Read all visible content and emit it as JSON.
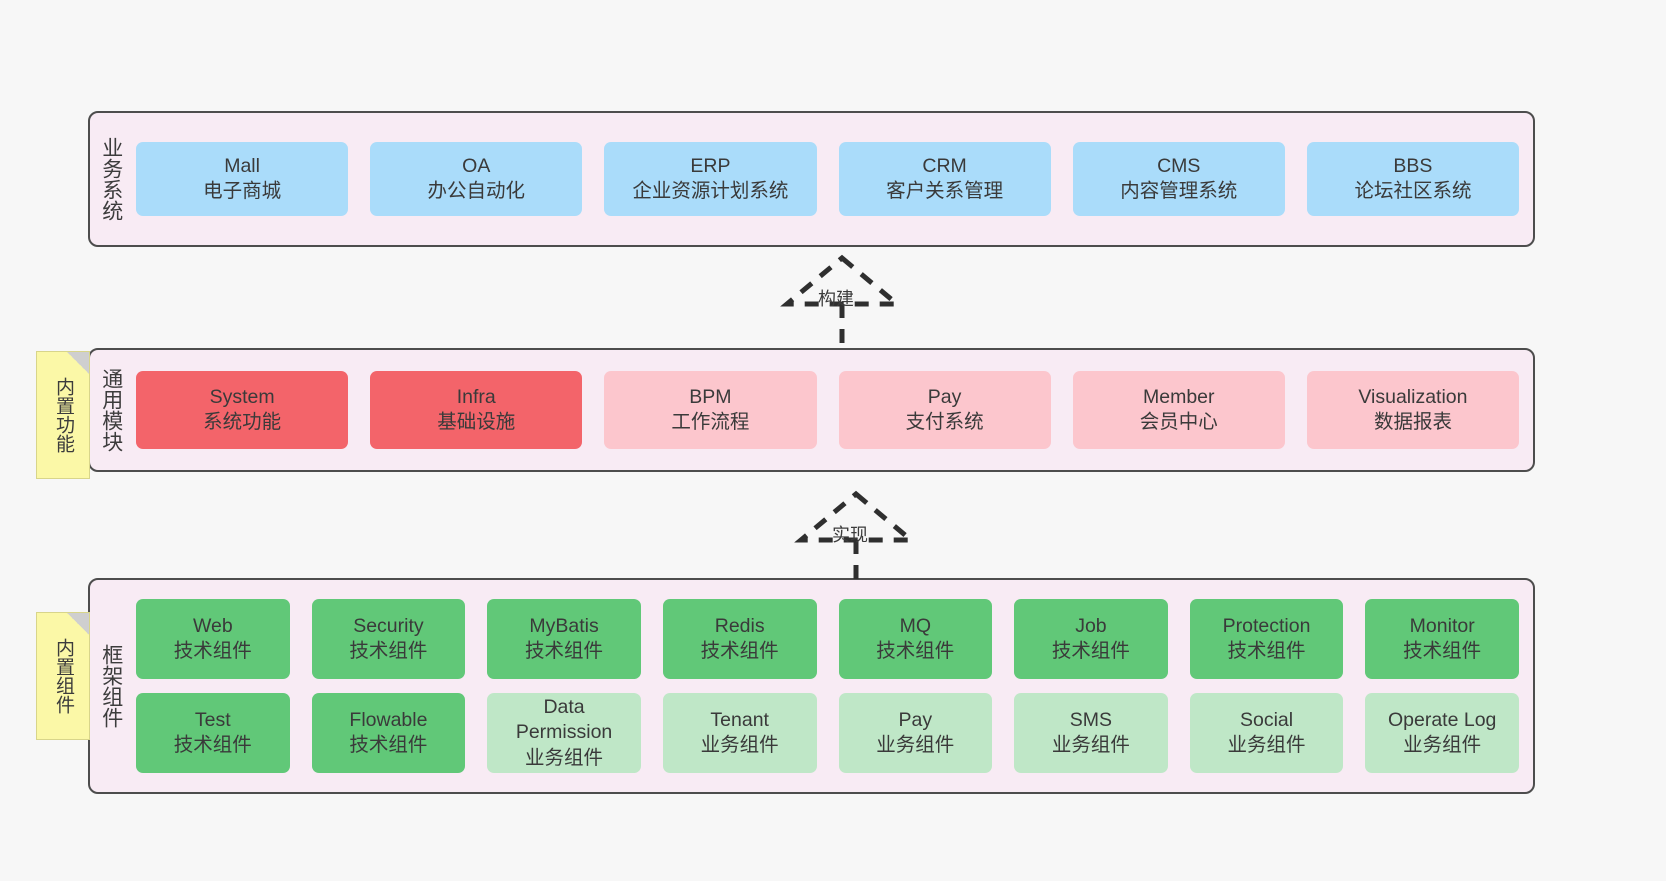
{
  "notes": [
    {
      "name": "builtin-function",
      "text": "内置功能"
    },
    {
      "name": "builtin-component",
      "text": "内置组件"
    }
  ],
  "layers": {
    "business": {
      "title": "业务系统",
      "cards": [
        {
          "name": "mall",
          "title": "Mall",
          "subtitle": "电子商城",
          "color": "#aadcfa"
        },
        {
          "name": "oa",
          "title": "OA",
          "subtitle": "办公自动化",
          "color": "#aadcfa"
        },
        {
          "name": "erp",
          "title": "ERP",
          "subtitle": "企业资源计划系统",
          "color": "#aadcfa"
        },
        {
          "name": "crm",
          "title": "CRM",
          "subtitle": "客户关系管理",
          "color": "#aadcfa"
        },
        {
          "name": "cms",
          "title": "CMS",
          "subtitle": "内容管理系统",
          "color": "#aadcfa"
        },
        {
          "name": "bbs",
          "title": "BBS",
          "subtitle": "论坛社区系统",
          "color": "#aadcfa"
        }
      ]
    },
    "modules": {
      "title": "通用模块",
      "cards": [
        {
          "name": "system",
          "title": "System",
          "subtitle": "系统功能",
          "color": "#f3646a"
        },
        {
          "name": "infra",
          "title": "Infra",
          "subtitle": "基础设施",
          "color": "#f3646a"
        },
        {
          "name": "bpm",
          "title": "BPM",
          "subtitle": "工作流程",
          "color": "#fcc6cd"
        },
        {
          "name": "pay",
          "title": "Pay",
          "subtitle": "支付系统",
          "color": "#fcc6cd"
        },
        {
          "name": "member",
          "title": "Member",
          "subtitle": "会员中心",
          "color": "#fcc6cd"
        },
        {
          "name": "visualization",
          "title": "Visualization",
          "subtitle": "数据报表",
          "color": "#fcc6cd"
        }
      ]
    },
    "framework": {
      "title": "框架组件",
      "row1": [
        {
          "name": "web",
          "title": "Web",
          "subtitle": "技术组件",
          "color": "#61c878"
        },
        {
          "name": "security",
          "title": "Security",
          "subtitle": "技术组件",
          "color": "#61c878"
        },
        {
          "name": "mybatis",
          "title": "MyBatis",
          "subtitle": "技术组件",
          "color": "#61c878"
        },
        {
          "name": "redis",
          "title": "Redis",
          "subtitle": "技术组件",
          "color": "#61c878"
        },
        {
          "name": "mq",
          "title": "MQ",
          "subtitle": "技术组件",
          "color": "#61c878"
        },
        {
          "name": "job",
          "title": "Job",
          "subtitle": "技术组件",
          "color": "#61c878"
        },
        {
          "name": "protection",
          "title": "Protection",
          "subtitle": "技术组件",
          "color": "#61c878"
        },
        {
          "name": "monitor",
          "title": "Monitor",
          "subtitle": "技术组件",
          "color": "#61c878"
        }
      ],
      "row2": [
        {
          "name": "test",
          "title": "Test",
          "subtitle": "技术组件",
          "color": "#61c878"
        },
        {
          "name": "flowable",
          "title": "Flowable",
          "subtitle": "技术组件",
          "color": "#61c878"
        },
        {
          "name": "data-permission",
          "title": "Data Permission",
          "subtitle": "业务组件",
          "color": "#bfe7c7"
        },
        {
          "name": "tenant",
          "title": "Tenant",
          "subtitle": "业务组件",
          "color": "#bfe7c7"
        },
        {
          "name": "pay",
          "title": "Pay",
          "subtitle": "业务组件",
          "color": "#bfe7c7"
        },
        {
          "name": "sms",
          "title": "SMS",
          "subtitle": "业务组件",
          "color": "#bfe7c7"
        },
        {
          "name": "social",
          "title": "Social",
          "subtitle": "业务组件",
          "color": "#bfe7c7"
        },
        {
          "name": "operate-log",
          "title": "Operate Log",
          "subtitle": "业务组件",
          "color": "#bfe7c7"
        }
      ]
    }
  },
  "connectors": [
    {
      "name": "build",
      "label": "构建",
      "from": "modules",
      "to": "business"
    },
    {
      "name": "implement",
      "label": "实现",
      "from": "framework",
      "to": "modules"
    }
  ],
  "colors": {
    "background": "#f7f7f7",
    "layer_fill": "#f8ebf4",
    "layer_border": "#4d4d4d",
    "note_fill": "#fbf8a7",
    "note_fold": "#cfcfcf",
    "business_card": "#aadcfa",
    "module_core": "#f3646a",
    "module_optional": "#fcc6cd",
    "tech_component": "#61c878",
    "business_component": "#bfe7c7",
    "text": "#3c3c3c"
  }
}
